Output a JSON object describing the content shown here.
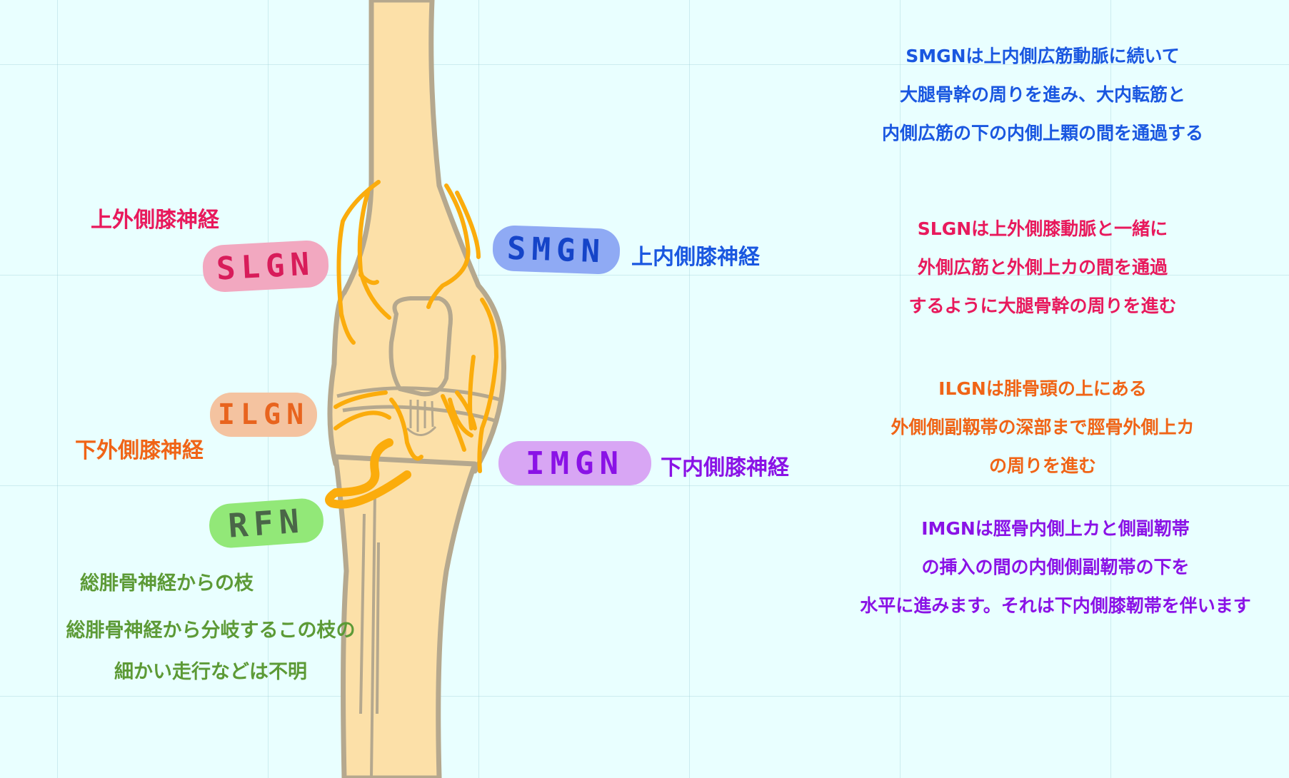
{
  "colors": {
    "background": "#e9ffff",
    "bone": "#fce0a8",
    "bone_outline": "#b5a88e",
    "nerve": "#fbac0c",
    "blue": "#1a57e0",
    "pink": "#e8195c",
    "orange": "#f06416",
    "purple": "#8a12e6",
    "green": "#5c9a36"
  },
  "nerves": {
    "slgn": {
      "abbr": "SLGN",
      "name_jp": "上外側膝神経"
    },
    "smgn": {
      "abbr": "SMGN",
      "name_jp": "上内側膝神経"
    },
    "ilgn": {
      "abbr": "ILGN",
      "name_jp": "下外側膝神経"
    },
    "imgn": {
      "abbr": "IMGN",
      "name_jp": "下内側膝神経"
    },
    "rfn": {
      "abbr": "RFN",
      "name_jp": "総腓骨神経からの枝",
      "note_lines": [
        "総腓骨神経から分岐するこの枝の",
        "細かい走行などは不明"
      ]
    }
  },
  "descriptions": {
    "smgn": [
      "SMGNは上内側広筋動脈に続いて",
      "大腿骨幹の周りを進み、大内転筋と",
      "内側広筋の下の内側上顆の間を通過する"
    ],
    "slgn": [
      "SLGNは上外側膝動脈と一緒に",
      "外側広筋と外側上カの間を通過",
      "するように大腿骨幹の周りを進む"
    ],
    "ilgn": [
      "ILGNは腓骨頭の上にある",
      "外側側副靱帯の深部まで脛骨外側上カ",
      "の周りを進む"
    ],
    "imgn": [
      "IMGNは脛骨内側上カと側副靭帯",
      "の挿入の間の内側側副靭帯の下を",
      "水平に進みます。それは下内側膝靭帯を伴います"
    ]
  }
}
